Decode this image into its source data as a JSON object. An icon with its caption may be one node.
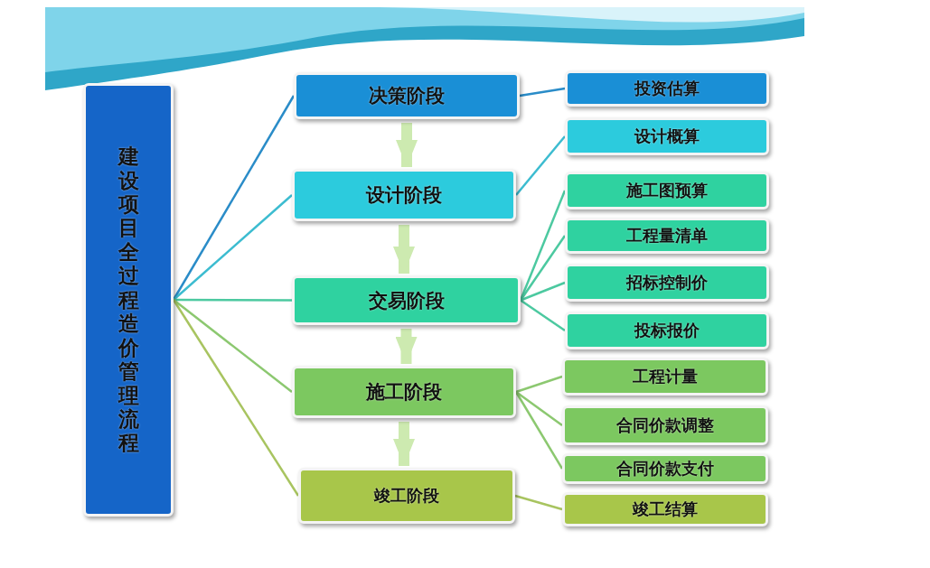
{
  "diagram": {
    "nodes": [
      {
        "text": [
          "建设项目全过程造价管理流程"
        ]
      },
      {
        "text": [
          "决策阶段"
        ]
      },
      {
        "text": [
          "设计阶段"
        ]
      },
      {
        "text": [
          "交易阶段"
        ]
      },
      {
        "text": [
          "施工阶段"
        ]
      },
      {
        "text": [
          "竣工阶段"
        ]
      },
      {
        "text": [
          "投资估算"
        ]
      },
      {
        "text": [
          "设计概算"
        ]
      },
      {
        "text": [
          "施工图预算"
        ]
      },
      {
        "text": [
          "工程量清单"
        ]
      },
      {
        "text": [
          "招标控制价"
        ]
      },
      {
        "text": [
          "投标报价"
        ]
      },
      {
        "text": [
          "工程计量"
        ]
      },
      {
        "text": [
          "合同价款调整"
        ]
      },
      {
        "text": [
          "合同价款支付"
        ]
      },
      {
        "text": [
          "竣工结算"
        ]
      }
    ],
    "edges": [
      {
        "from": 0,
        "to": 1,
        "arrow": "none",
        "color": "#2a8cc8"
      },
      {
        "from": 0,
        "to": 2,
        "arrow": "none",
        "color": "#3cbcd0"
      },
      {
        "from": 0,
        "to": 3,
        "arrow": "none",
        "color": "#4cc9a0"
      },
      {
        "from": 0,
        "to": 4,
        "arrow": "none",
        "color": "#8cc870"
      },
      {
        "from": 0,
        "to": 5,
        "arrow": "none",
        "color": "#a8c460"
      },
      {
        "from": 1,
        "to": 2,
        "arrow": "to",
        "style": "thick",
        "color": "#cdeab0"
      },
      {
        "from": 2,
        "to": 3,
        "arrow": "to",
        "style": "thick",
        "color": "#cdeab0"
      },
      {
        "from": 3,
        "to": 4,
        "arrow": "to",
        "style": "thick",
        "color": "#cdeab0"
      },
      {
        "from": 4,
        "to": 5,
        "arrow": "to",
        "style": "thick",
        "color": "#cdeab0"
      },
      {
        "from": 1,
        "to": 6,
        "arrow": "none",
        "color": "#2a8cc8"
      },
      {
        "from": 2,
        "to": 7,
        "arrow": "none",
        "color": "#3cbcd0"
      },
      {
        "from": 3,
        "to": 8,
        "arrow": "none",
        "color": "#4cc9a0"
      },
      {
        "from": 3,
        "to": 9,
        "arrow": "none",
        "color": "#4cc9a0"
      },
      {
        "from": 3,
        "to": 10,
        "arrow": "none",
        "color": "#4cc9a0"
      },
      {
        "from": 3,
        "to": 11,
        "arrow": "none",
        "color": "#4cc9a0"
      },
      {
        "from": 4,
        "to": 12,
        "arrow": "none",
        "color": "#8cc870"
      },
      {
        "from": 4,
        "to": 13,
        "arrow": "none",
        "color": "#8cc870"
      },
      {
        "from": 4,
        "to": 14,
        "arrow": "none",
        "color": "#8cc870"
      },
      {
        "from": 5,
        "to": 15,
        "arrow": "none",
        "color": "#a8c460"
      }
    ]
  }
}
